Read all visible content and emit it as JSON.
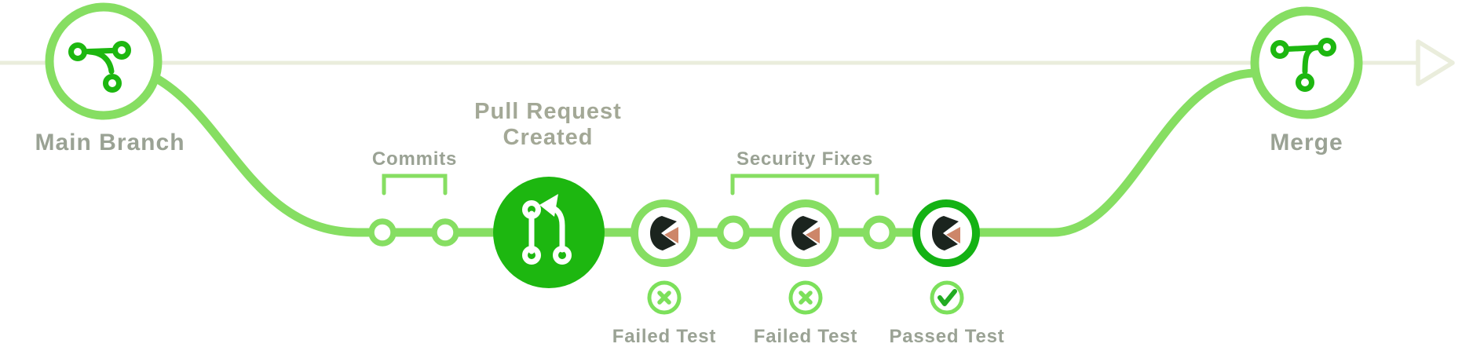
{
  "diagram": {
    "type": "git-workflow-pipeline",
    "labels": {
      "main_branch": "Main Branch",
      "commits": "Commits",
      "pull_request_line1": "Pull Request",
      "pull_request_line2": "Created",
      "security_fixes": "Security Fixes",
      "failed_test_1": "Failed Test",
      "failed_test_2": "Failed Test",
      "passed_test": "Passed Test",
      "merge": "Merge"
    },
    "icons": {
      "main_branch": "git-branch-icon",
      "merge": "git-merge-icon",
      "pull_request": "git-pull-request-icon",
      "scan_nodes": "shield-k-logo-icon",
      "failed": "x-circle-icon",
      "passed": "check-circle-icon",
      "timeline_end": "arrow-right-icon"
    },
    "colors": {
      "background": "#ffffff",
      "branch_light_green": "#86de62",
      "node_bright_green": "#1db710",
      "passed_ring_green": "#14b214",
      "timeline_pale": "#eaeddc",
      "label_gray_green": "#9aa294",
      "pr_label_gray": "#a3a896",
      "logo_dark": "#1b241e",
      "logo_salmon": "#cd8669",
      "status_light_green": "#7ce05b",
      "check_green": "#22ab22"
    }
  }
}
